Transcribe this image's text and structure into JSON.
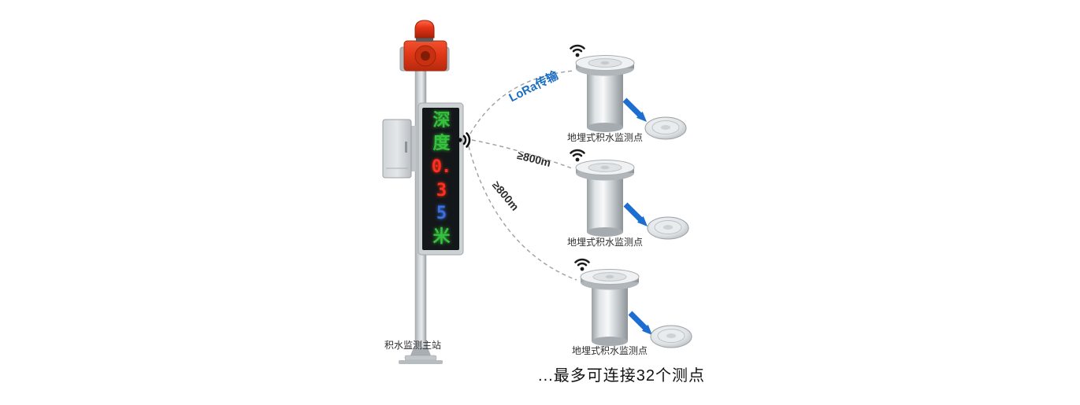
{
  "diagram": {
    "footer_note": "...最多可连接32个测点",
    "accent_colors": {
      "lora_blue": "#1b6ec2",
      "arrow_blue": "#1d6ed0",
      "beacon_red": "#df3516",
      "led_green": "#35c13e",
      "led_red": "#ff2f1e",
      "led_blue": "#3a6fe0"
    }
  },
  "main_station": {
    "label": "积水监测主站",
    "led_display": {
      "reading": "深度0.35米",
      "rows": [
        {
          "text": "深",
          "color": "#35c13e"
        },
        {
          "text": "度",
          "color": "#35c13e"
        },
        {
          "text": "0.",
          "color": "#ff2f1e"
        },
        {
          "text": "3",
          "color": "#ff2f1e"
        },
        {
          "text": "5",
          "color": "#3a6fe0"
        },
        {
          "text": "米",
          "color": "#35c13e"
        }
      ]
    }
  },
  "links": [
    {
      "label": "LoRa传输"
    },
    {
      "label": "≥800m"
    },
    {
      "label": "≥800m"
    }
  ],
  "sensors": [
    {
      "label": "地埋式积水监测点"
    },
    {
      "label": "地埋式积水监测点"
    },
    {
      "label": "地埋式积水监测点"
    }
  ]
}
